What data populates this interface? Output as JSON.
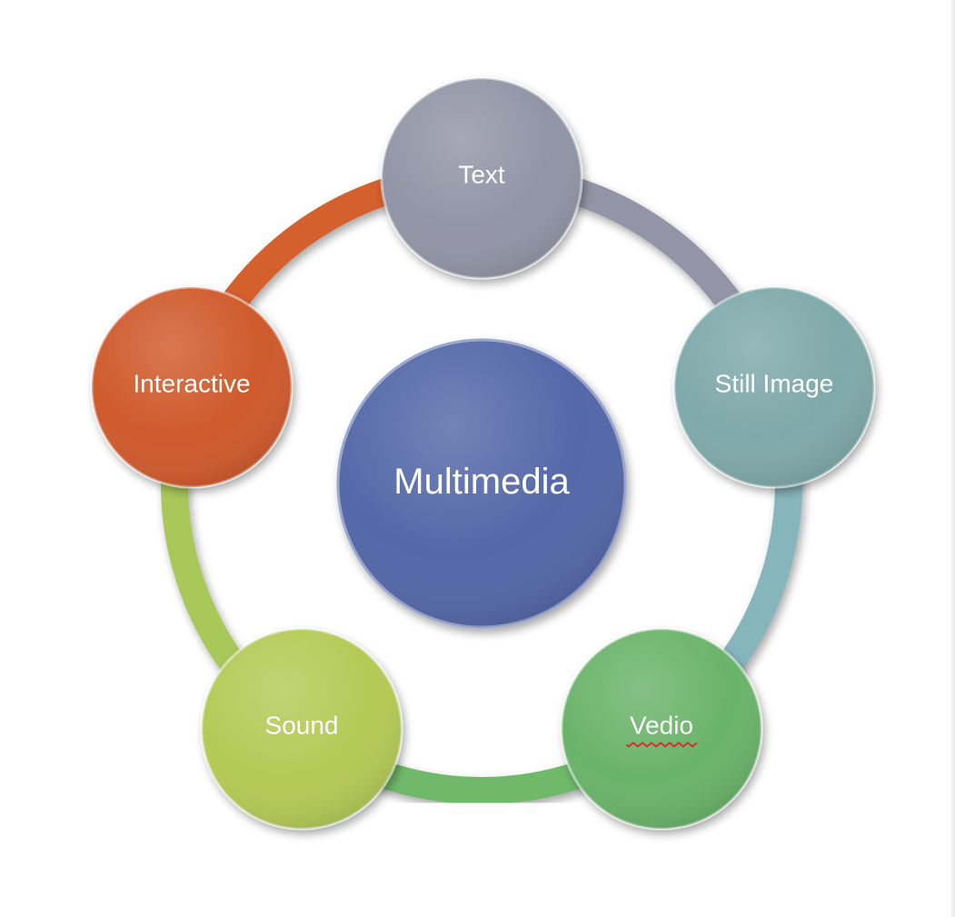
{
  "diagram": {
    "center": {
      "label": "Multimedia",
      "color": "#5468a8"
    },
    "nodes": [
      {
        "id": "text",
        "label": "Text",
        "color": "#9295a6",
        "ring_color": "#9394a6"
      },
      {
        "id": "still-image",
        "label": "Still Image",
        "color": "#7fa9aa",
        "ring_color": "#86b5bb"
      },
      {
        "id": "vedio",
        "label": "Vedio",
        "color": "#6ab36a",
        "ring_color": "#6fb86a",
        "spellcheck_underline": true
      },
      {
        "id": "sound",
        "label": "Sound",
        "color": "#b5c956",
        "ring_color": "#a9c85a"
      },
      {
        "id": "interactive",
        "label": "Interactive",
        "color": "#cf5a2c",
        "ring_color": "#d4612d"
      }
    ]
  }
}
